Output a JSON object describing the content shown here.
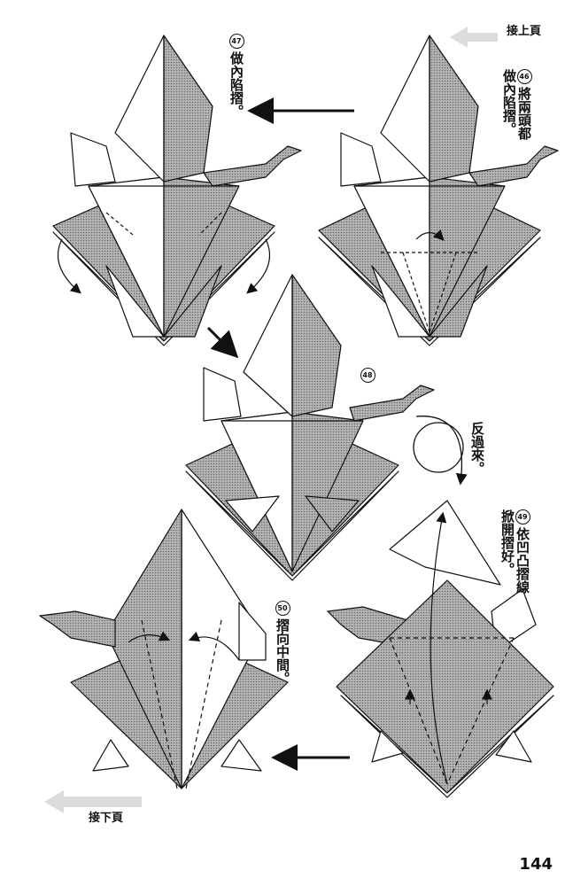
{
  "nav": {
    "next_page_top": "接上頁",
    "next_page_bottom": "接下頁"
  },
  "steps": [
    {
      "number": "47",
      "text": "做內陷摺。"
    },
    {
      "number": "46",
      "text": "將兩頭都做內陷摺。"
    },
    {
      "number": "48",
      "text": ""
    },
    {
      "number": "49",
      "text": "依凹凸摺線掀開摺好。"
    },
    {
      "number": "50",
      "text": "摺向中間。"
    }
  ],
  "turn_over": "反過來。",
  "page_number": "144",
  "colors": {
    "paper_shade": "#9a9a9a",
    "line": "#111111",
    "nav_arrow": "#d8d8d8"
  }
}
